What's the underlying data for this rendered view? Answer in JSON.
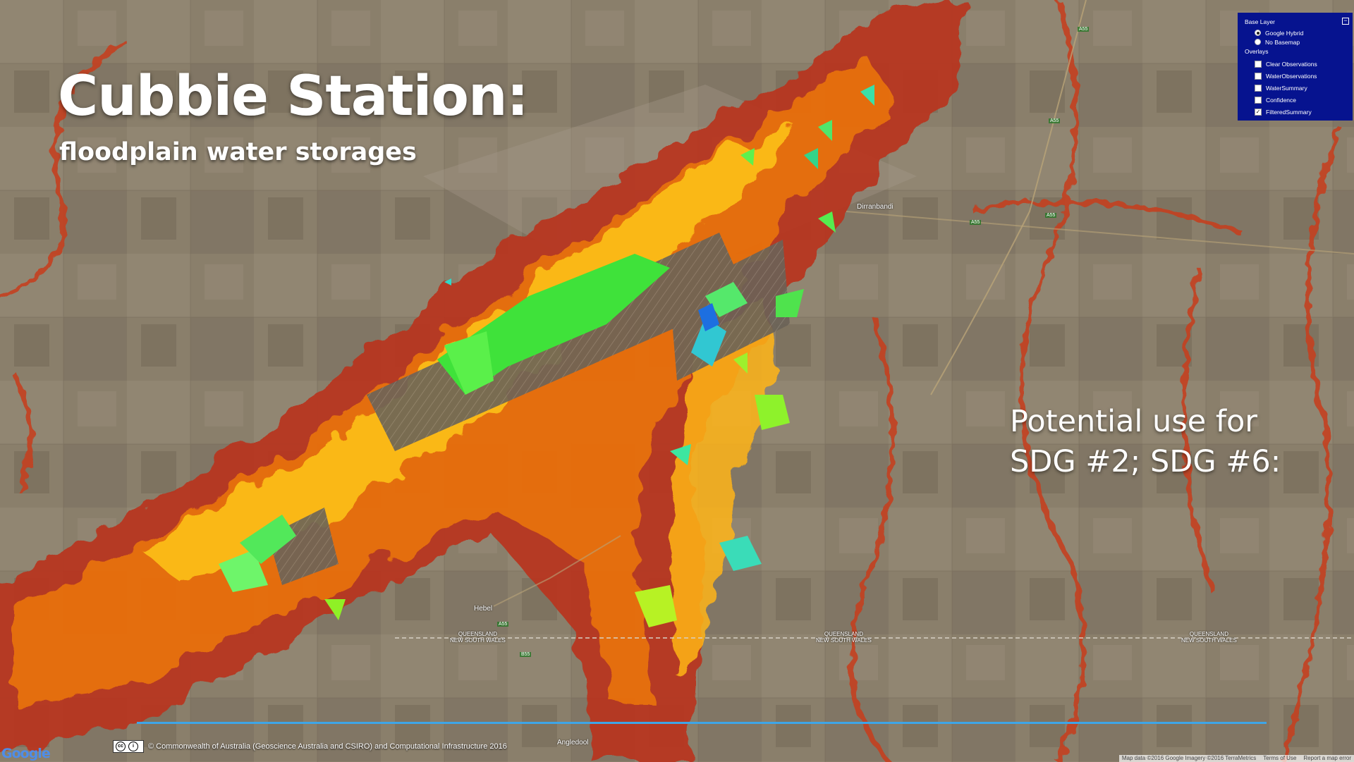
{
  "title": "Cubbie Station:",
  "subtitle": "floodplain water storages",
  "note": "Potential use for SDG #2; SDG #6:",
  "layer_panel": {
    "base_heading": "Base Layer",
    "base_options": [
      {
        "label": "Google Hybrid",
        "selected": true
      },
      {
        "label": "No Basemap",
        "selected": false
      }
    ],
    "overlay_heading": "Overlays",
    "overlays": [
      {
        "label": "Clear Observations",
        "checked": false
      },
      {
        "label": "WaterObservations",
        "checked": false
      },
      {
        "label": "WaterSummary",
        "checked": false
      },
      {
        "label": "Confidence",
        "checked": false
      },
      {
        "label": "FilteredSummary",
        "checked": true
      }
    ]
  },
  "map_labels": {
    "state_border": "QUEENSLAND\nNEW SOUTH WALES",
    "towns": [
      "Dirranbandi",
      "Hebel",
      "Angledool"
    ],
    "roads": [
      "A55",
      "A55",
      "A55",
      "A55",
      "A55",
      "B55"
    ]
  },
  "copyright": "© Commonwealth of Australia (Geoscience Australia and CSIRO) and Computational Infrastructure 2016",
  "attribution": {
    "map_data": "Map data ©2016 Google Imagery ©2016 TerraMetrics",
    "terms": "Terms of Use",
    "report": "Report a map error"
  },
  "google_logo": "Google",
  "colors": {
    "panel_bg": "#06138f",
    "flood_red": "#b8341c",
    "flood_orange": "#e9730f",
    "flood_yellow": "#ffcc18",
    "storage_green": "#3fe23a",
    "storage_cyan": "#2fd6c4",
    "storage_blue": "#1d6fe0",
    "accent_line": "#3ea5e7"
  },
  "icons": [
    "collapse-icon",
    "cc-icon",
    "by-icon"
  ]
}
